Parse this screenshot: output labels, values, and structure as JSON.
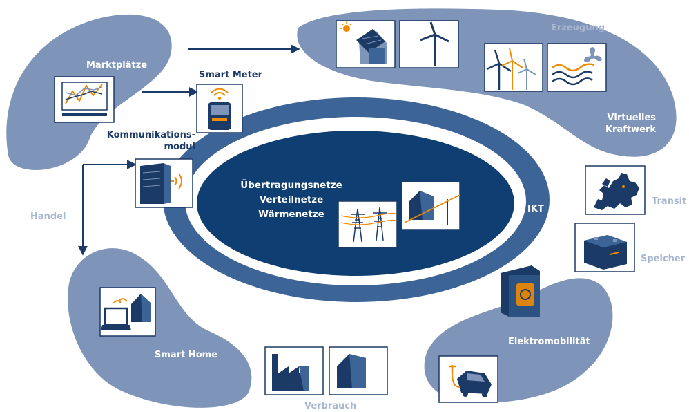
{
  "labels": {
    "marktplaetze": "Marktplätze",
    "smart_meter": "Smart Meter",
    "kommunikationsmodul_line1": "Kommunikations-",
    "kommunikationsmodul_line2": "modul",
    "handel": "Handel",
    "erzeugung": "Erzeugung",
    "virtuelles_line1": "Virtuelles",
    "virtuelles_line2": "Kraftwerk",
    "transit": "Transit",
    "speicher": "Speicher",
    "ikt": "IKT",
    "elektromobilitaet": "Elektromobilität",
    "smart_home": "Smart Home",
    "verbrauch": "Verbrauch"
  },
  "core": {
    "line1": "Übertragungsnetze",
    "line2": "Verteilnetze",
    "line3": "Wärmenetze"
  },
  "icons": [
    "market-chart-icon",
    "smart-meter-icon",
    "server-module-icon",
    "solar-house-icon",
    "wind-turbine-icon",
    "wind-farm-icon",
    "heat-fan-icon",
    "europe-map-icon",
    "battery-storage-icon",
    "charging-station-icon",
    "electric-car-icon",
    "smart-home-laptop-icon",
    "factory-icon",
    "house-icon",
    "power-pylons-icon",
    "house-powerline-icon"
  ],
  "colors": {
    "band": "#7e94b8",
    "ring_outer": "#3d6496",
    "core": "#0f3e72",
    "navy": "#1b3a66",
    "orange": "#f08a00",
    "pale_text": "#a9b8d1"
  }
}
